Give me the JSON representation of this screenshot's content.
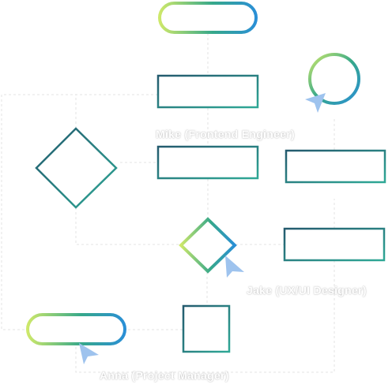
{
  "colors": {
    "edge": "#e3e3e3",
    "gradient_start": "#cde86a",
    "gradient_mid": "#36a88a",
    "gradient_end": "#2a8fd6",
    "node_dark": "#245a6e",
    "node_teal": "#2fa896",
    "cursor": "#9ec3ee",
    "label_text": "#ffffff"
  },
  "collaborators": [
    {
      "name": "Mike (Frontend Engineer)"
    },
    {
      "name": "Jake (UX/UI Designer)"
    },
    {
      "name": "Anna (Project Manager)"
    }
  ]
}
